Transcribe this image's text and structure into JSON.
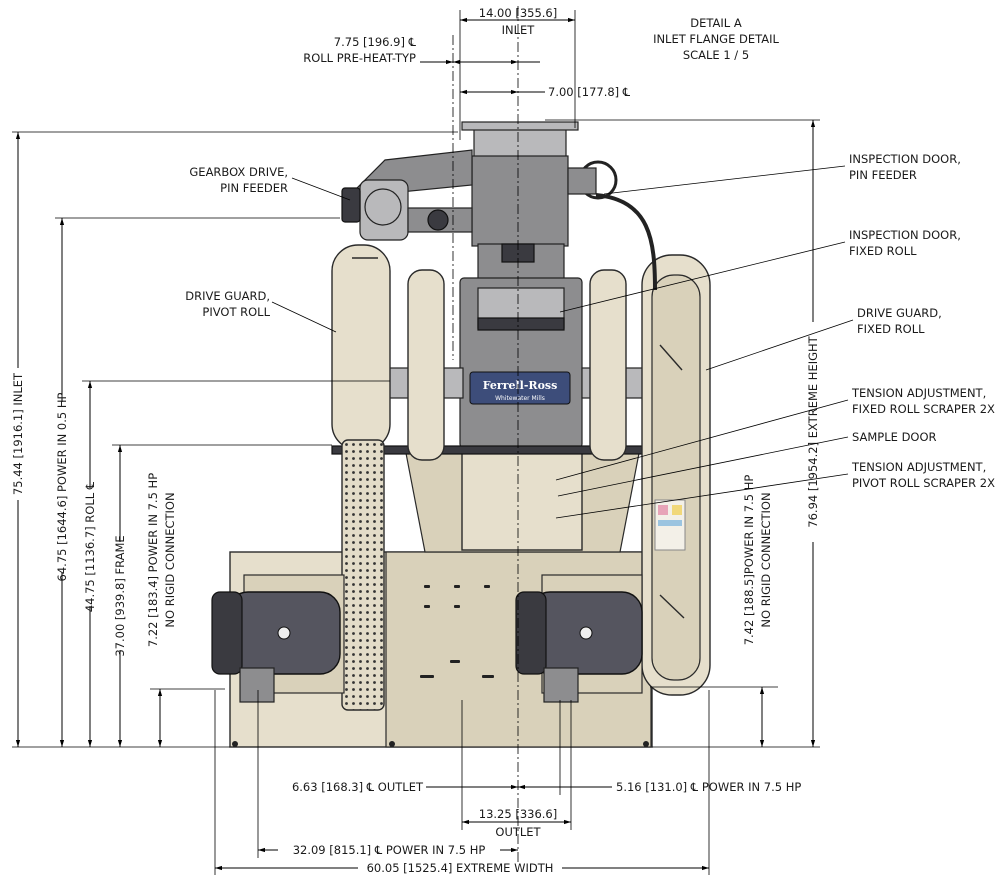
{
  "detail": {
    "line1": "DETAIL  A",
    "line2": "INLET FLANGE DETAIL",
    "line3": "SCALE 1 / 5"
  },
  "brand": {
    "logo": "Ferrell-Ross",
    "subtitle": "Whitewater Mills"
  },
  "callouts": {
    "gearbox_drive_1": "GEARBOX DRIVE,",
    "gearbox_drive_2": "PIN FEEDER",
    "drive_guard_pivot_1": "DRIVE GUARD,",
    "drive_guard_pivot_2": "PIVOT ROLL",
    "inspection_pin_1": "INSPECTION DOOR,",
    "inspection_pin_2": "PIN FEEDER",
    "inspection_fixed_1": "INSPECTION DOOR,",
    "inspection_fixed_2": "FIXED ROLL",
    "drive_guard_fixed_1": "DRIVE GUARD,",
    "drive_guard_fixed_2": "FIXED ROLL",
    "tension_fixed_1": "TENSION ADJUSTMENT,",
    "tension_fixed_2": "FIXED ROLL SCRAPER 2X",
    "sample_door": "SAMPLE DOOR",
    "tension_pivot_1": "TENSION ADJUSTMENT,",
    "tension_pivot_2": "PIVOT ROLL SCRAPER 2X"
  },
  "dimensions": {
    "inlet_width": "14.00 [355.6]",
    "inlet_width_label": "INLET",
    "roll_preheat_value": "7.75 [196.9] ℄",
    "roll_preheat_label": "ROLL PRE-HEAT-TYP",
    "half_inlet": "7.00 [177.8] ℄",
    "height_inlet": "75.44 [1916.1] INLET",
    "height_power_05": "64.75 [1644.6] POWER IN 0.5 HP",
    "height_roll": "44.75 [1136.7] ROLL ℄",
    "height_frame": "37.00 [939.8] FRAME",
    "height_power_75_left_1": "7.22 [183.4] POWER IN 7.5 HP",
    "height_power_75_left_2": "NO RIGID CONNECTION",
    "height_power_75_right_1": "7.42 [188.5]POWER IN 7.5 HP",
    "height_power_75_right_2": "NO RIGID CONNECTION",
    "extreme_height": "76.94 [1954.2] EXTREME HEIGHT",
    "outlet_offset": "6.63 [168.3] ℄ OUTLET",
    "power_right_offset": "5.16 [131.0] ℄ POWER IN 7.5 HP",
    "outlet_width": "13.25 [336.6]",
    "outlet_width_label": "OUTLET",
    "power_left_offset": "32.09 [815.1] ℄ POWER IN 7.5 HP",
    "extreme_width": "60.05 [1525.4] EXTREME WIDTH"
  }
}
